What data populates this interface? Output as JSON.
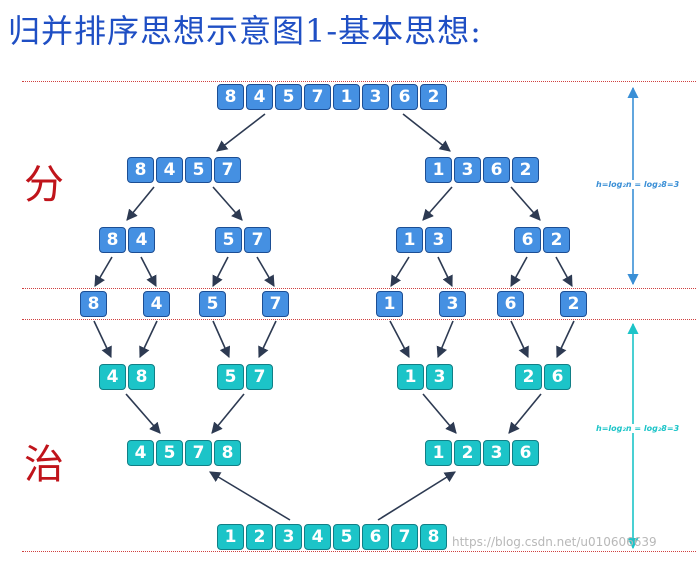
{
  "title": "归并排序思想示意图1-基本思想:",
  "labels": {
    "divide": "分",
    "conquer": "治"
  },
  "height_note_top": "h=log₂n = log₂8=3",
  "height_note_bottom": "h=log₂n = log₂8=3",
  "watermark": "https://blog.csdn.net/u010606639",
  "colors": {
    "divide_blue": "#4590e2",
    "merge_teal": "#1cc4c8",
    "arrow": "#2d3a52",
    "divider": "#d04040",
    "label_red": "#c0141b"
  },
  "divide_phase": {
    "level0": [
      [
        "8",
        "4",
        "5",
        "7",
        "1",
        "3",
        "6",
        "2"
      ]
    ],
    "level1": [
      [
        "8",
        "4",
        "5",
        "7"
      ],
      [
        "1",
        "3",
        "6",
        "2"
      ]
    ],
    "level2": [
      [
        "8",
        "4"
      ],
      [
        "5",
        "7"
      ],
      [
        "1",
        "3"
      ],
      [
        "6",
        "2"
      ]
    ],
    "level3": [
      [
        "8"
      ],
      [
        "4"
      ],
      [
        "5"
      ],
      [
        "7"
      ],
      [
        "1"
      ],
      [
        "3"
      ],
      [
        "6"
      ],
      [
        "2"
      ]
    ]
  },
  "merge_phase": {
    "level1": [
      [
        "4",
        "8"
      ],
      [
        "5",
        "7"
      ],
      [
        "1",
        "3"
      ],
      [
        "2",
        "6"
      ]
    ],
    "level2": [
      [
        "4",
        "5",
        "7",
        "8"
      ],
      [
        "1",
        "2",
        "3",
        "6"
      ]
    ],
    "level3": [
      [
        "1",
        "2",
        "3",
        "4",
        "5",
        "6",
        "7",
        "8"
      ]
    ]
  }
}
